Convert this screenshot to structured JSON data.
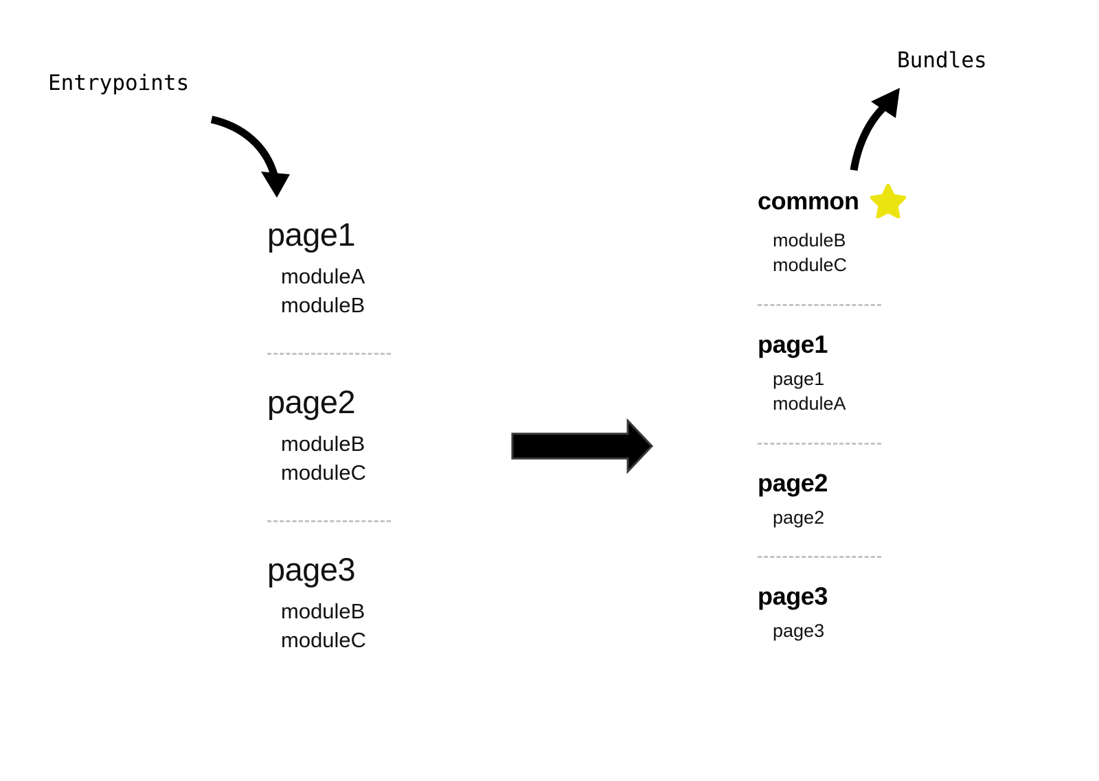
{
  "diagram": {
    "title_left": "Entrypoints",
    "title_right": "Bundles",
    "colors": {
      "green": "#5BA24F",
      "red": "#F50B0B",
      "star_yellow": "#ECE411",
      "divider_gray": "#C4C4C4",
      "text_black": "#111111",
      "background": "#FFFFFF"
    },
    "icons": {
      "star": "star-icon",
      "arrow_entry": "curved-arrow-down-right-icon",
      "arrow_bundle": "curved-arrow-up-right-icon",
      "arrow_transform": "block-arrow-right-icon"
    }
  },
  "entrypoints": {
    "label": "Entrypoints",
    "groups": [
      {
        "title": "page1",
        "starred": false,
        "modules": [
          {
            "name": "moduleA",
            "style": "plain"
          },
          {
            "name": "moduleB",
            "style": "green"
          }
        ]
      },
      {
        "title": "page2",
        "starred": false,
        "modules": [
          {
            "name": "moduleB",
            "style": "green"
          },
          {
            "name": "moduleC",
            "style": "red"
          }
        ]
      },
      {
        "title": "page3",
        "starred": false,
        "modules": [
          {
            "name": "moduleB",
            "style": "green"
          },
          {
            "name": "moduleC",
            "style": "red"
          }
        ]
      }
    ]
  },
  "bundles": {
    "label": "Bundles",
    "groups": [
      {
        "title": "common",
        "starred": true,
        "modules": [
          {
            "name": "moduleB",
            "style": "green"
          },
          {
            "name": "moduleC",
            "style": "red"
          }
        ]
      },
      {
        "title": "page1",
        "starred": false,
        "modules": [
          {
            "name": "page1",
            "style": "plain"
          },
          {
            "name": "moduleA",
            "style": "plain"
          }
        ]
      },
      {
        "title": "page2",
        "starred": false,
        "modules": [
          {
            "name": "page2",
            "style": "plain"
          }
        ]
      },
      {
        "title": "page3",
        "starred": false,
        "modules": [
          {
            "name": "page3",
            "style": "plain"
          }
        ]
      }
    ]
  }
}
